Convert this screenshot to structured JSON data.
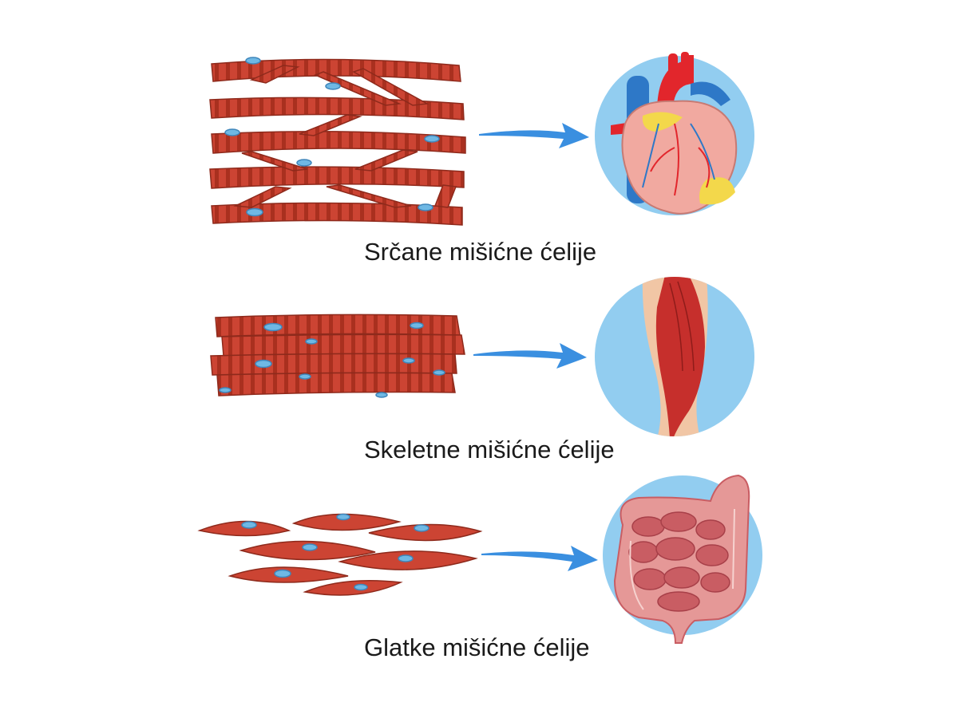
{
  "rows": [
    {
      "label": "Srčane mišićne ćelije",
      "cell_type": "cardiac",
      "organ_icon": "heart-icon"
    },
    {
      "label": "Skeletne mišićne ćelije",
      "cell_type": "skeletal",
      "organ_icon": "leg-muscle-icon"
    },
    {
      "label": "Glatke mišićne ćelije",
      "cell_type": "smooth",
      "organ_icon": "intestine-icon"
    }
  ],
  "colors": {
    "fiber": "#cc4433",
    "fiber_stripe": "#a9301f",
    "fiber_outline": "#8e2a1c",
    "nucleus": "#6fb8e4",
    "nucleus_outline": "#3f86bb",
    "circle_bg": "#92cdf0",
    "arrow": "#3a8fe0",
    "skin": "#f1c6a5",
    "muscle": "#c62f2c",
    "heart": "#f1a9a0",
    "aorta": "#e2262c",
    "vein": "#2e78c7",
    "fat": "#f3d84b",
    "intestine": "#e59897",
    "intestine_dark": "#c95d63"
  }
}
